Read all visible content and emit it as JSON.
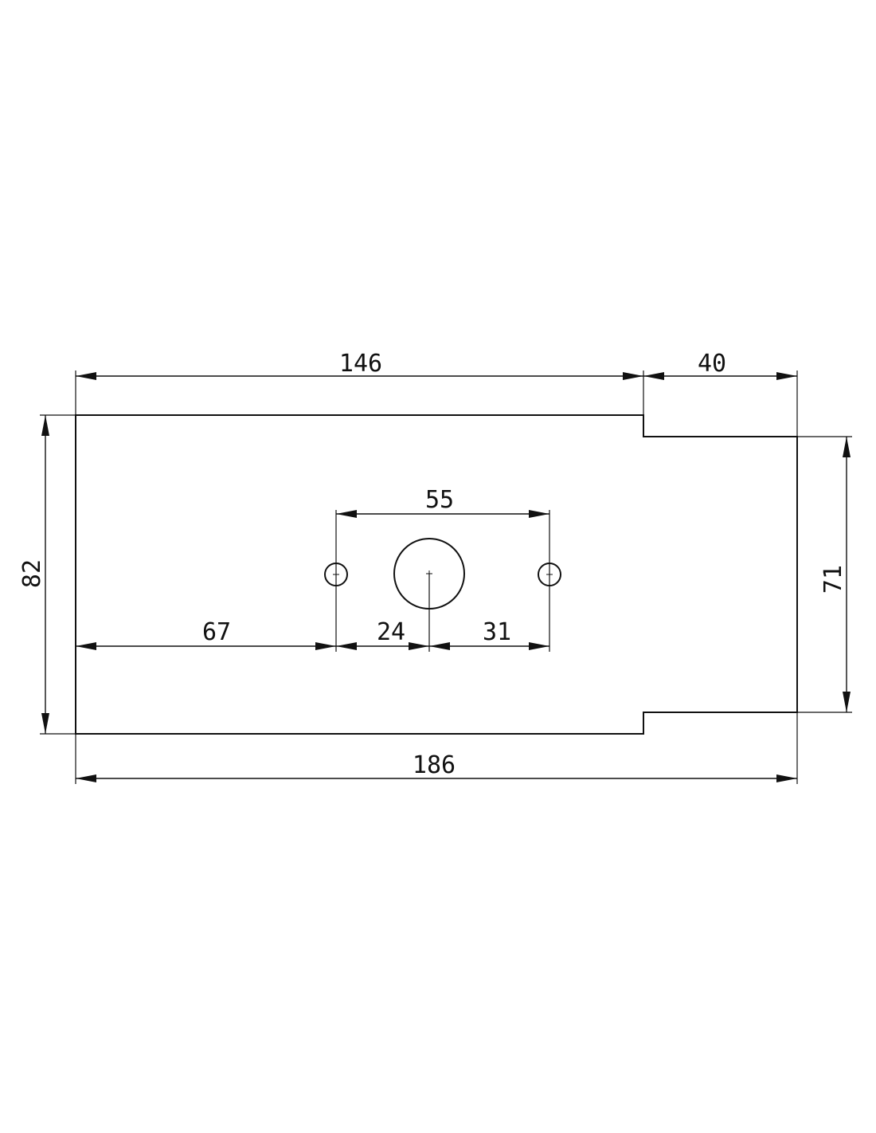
{
  "drawing": {
    "outline_units": "mm",
    "dimensions": {
      "top_left_length": "146",
      "top_right_length": "40",
      "hole_spacing": "55",
      "left_to_hole": "67",
      "hole_to_center": "24",
      "center_to_hole": "31",
      "overall_length": "186",
      "left_height": "82",
      "right_height": "71"
    },
    "features": {
      "center_hole": "large-circular-hole",
      "mounting_holes": [
        "left-mounting-hole",
        "right-mounting-hole"
      ]
    },
    "colors": {
      "line": "#111111",
      "background": "#ffffff"
    }
  }
}
